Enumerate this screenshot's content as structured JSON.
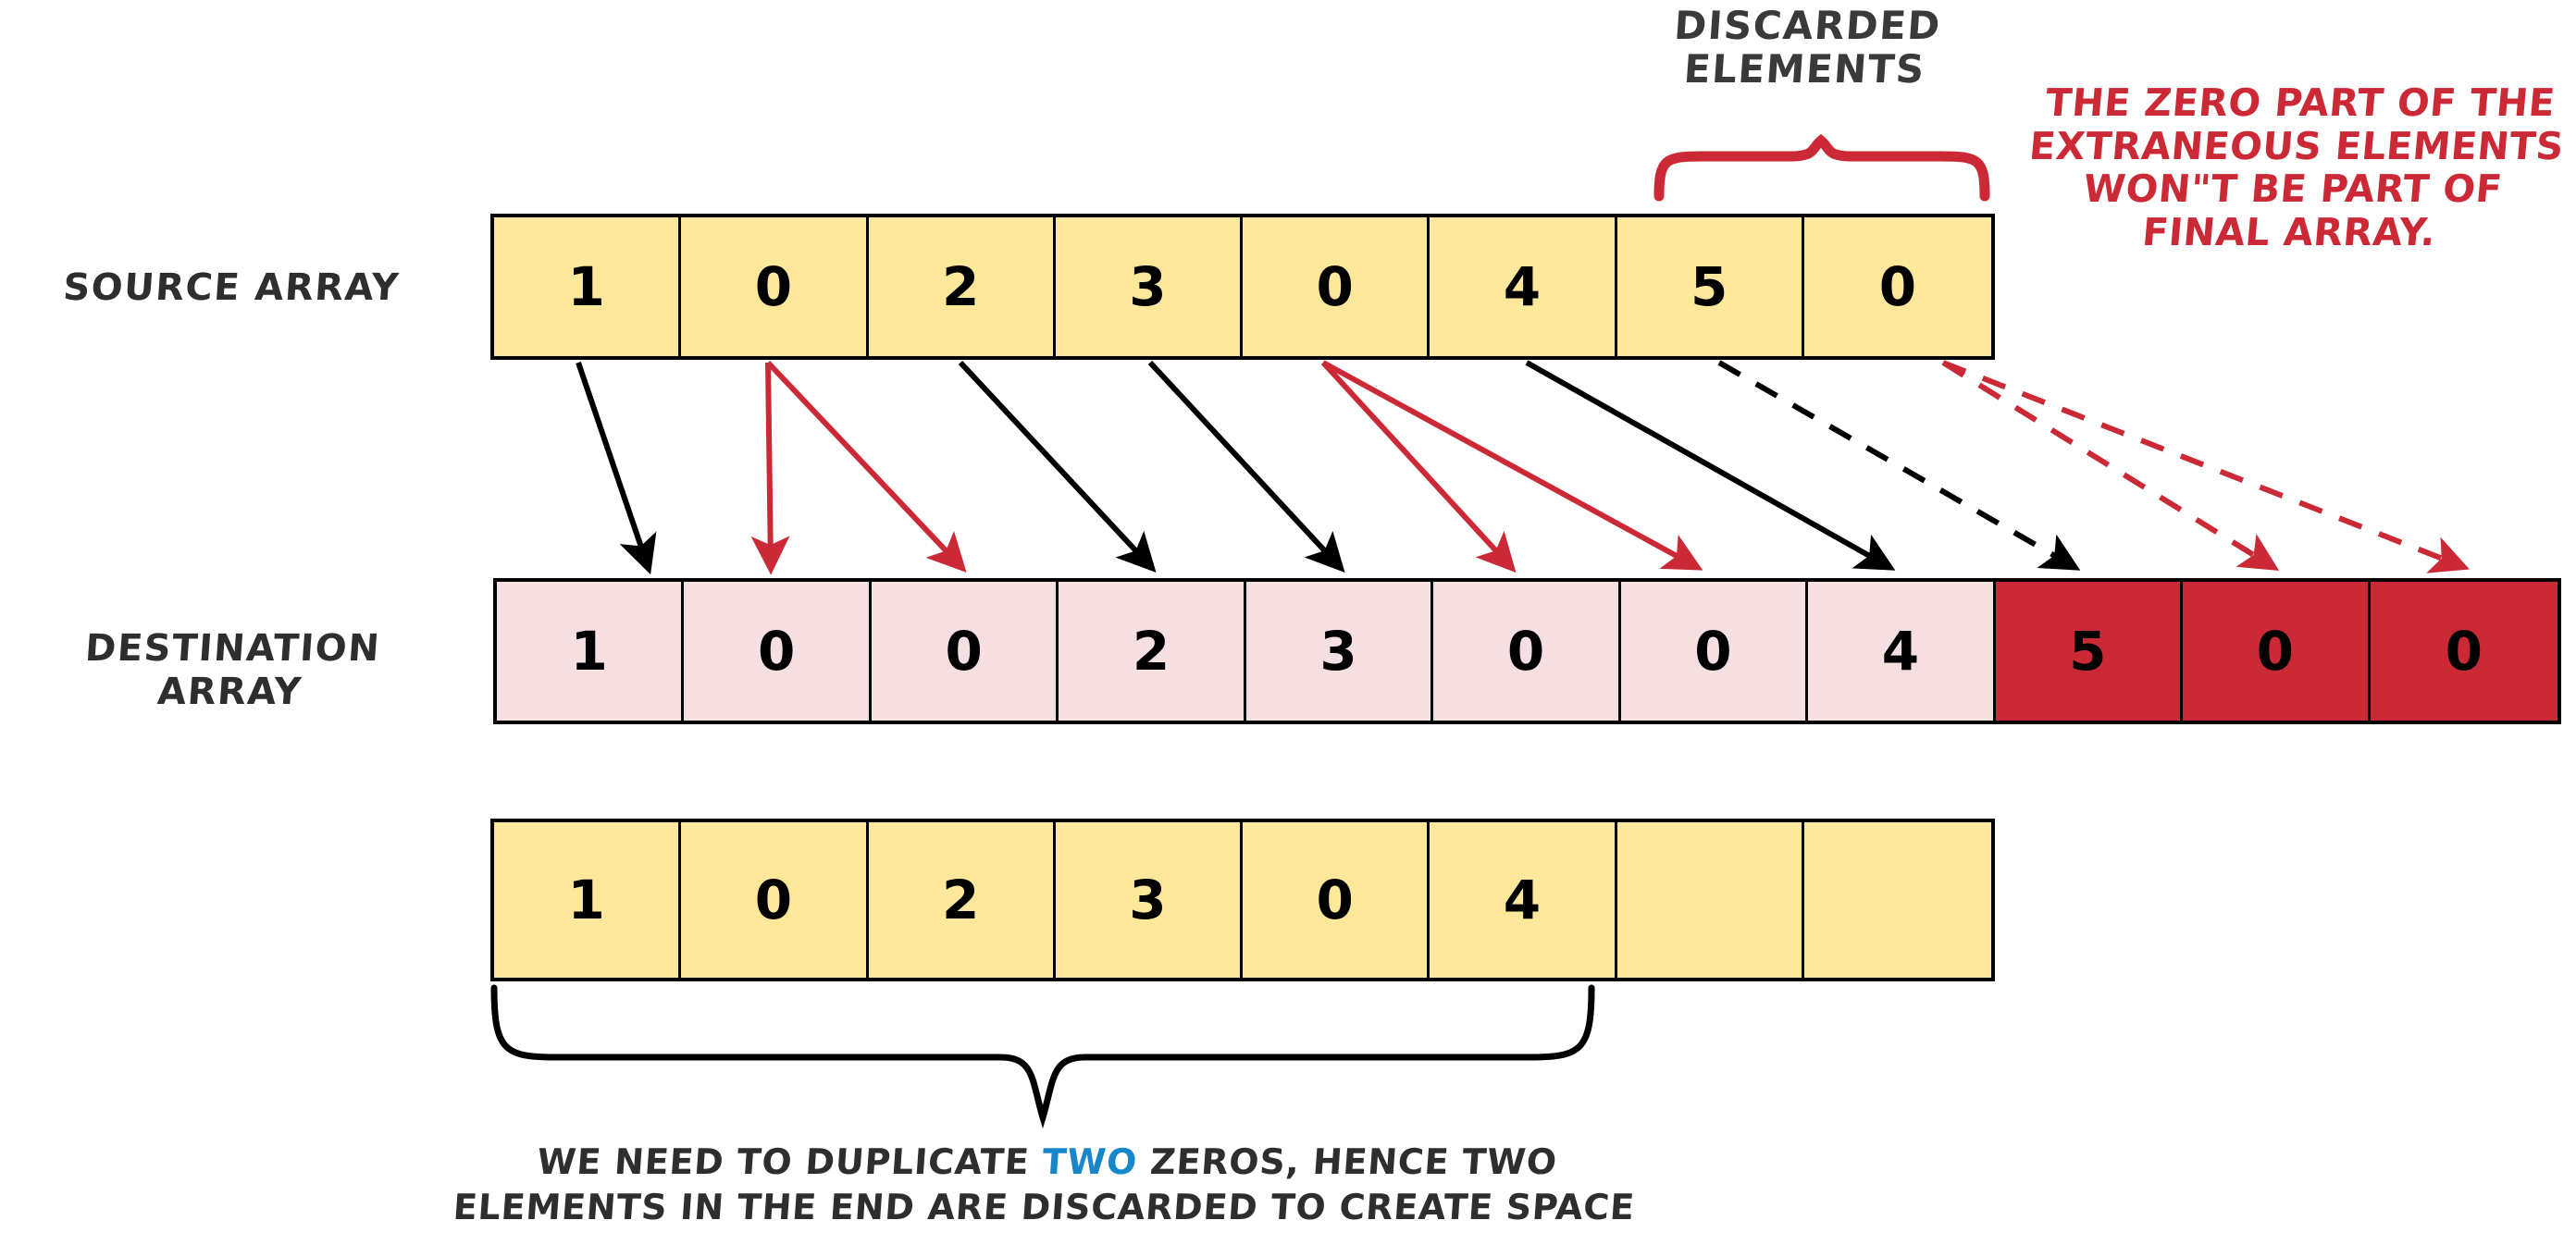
{
  "labels": {
    "source_array": "SOURCE ARRAY",
    "destination_array_line1": "DESTINATION",
    "destination_array_line2": "ARRAY",
    "discarded_line1": "DISCARDED",
    "discarded_line2": "ELEMENTS"
  },
  "notes": {
    "red_note_line1": "THE ZERO PART OF THE",
    "red_note_line2": "EXTRANEOUS ELEMENTS",
    "red_note_line3": "WON\"T BE PART OF",
    "red_note_line4": "FINAL ARRAY.",
    "caption_part1": "WE NEED TO DUPLICATE ",
    "caption_highlight": "TWO",
    "caption_part2": " ZEROS,  HENCE TWO",
    "caption_line2": "ELEMENTS IN THE END ARE DISCARDED TO CREATE SPACE"
  },
  "colors": {
    "yellow_cell": "#fce79b",
    "pink_cell": "#f6dfe0",
    "red_cell": "#cc2936",
    "accent_red": "#cc2936",
    "accent_blue": "#1887c9",
    "ink": "#2e2e2e"
  },
  "chart_data": {
    "type": "table",
    "title": "Duplicate Zeros array shifting diagram",
    "arrays": [
      {
        "name": "source-array",
        "label": "SOURCE ARRAY",
        "fill": "#fce79b",
        "values": [
          "1",
          "0",
          "2",
          "3",
          "0",
          "4",
          "5",
          "0"
        ]
      },
      {
        "name": "destination-array",
        "label": "DESTINATION ARRAY",
        "values": [
          "1",
          "0",
          "0",
          "2",
          "3",
          "0",
          "0",
          "4",
          "5",
          "0",
          "0"
        ],
        "cell_fills": [
          "#f6dfe0",
          "#f6dfe0",
          "#f6dfe0",
          "#f6dfe0",
          "#f6dfe0",
          "#f6dfe0",
          "#f6dfe0",
          "#f6dfe0",
          "#cc2936",
          "#cc2936",
          "#cc2936"
        ]
      },
      {
        "name": "final-array",
        "label": "",
        "fill": "#fce79b",
        "values": [
          "1",
          "0",
          "2",
          "3",
          "0",
          "4",
          "",
          ""
        ]
      }
    ],
    "mappings": [
      {
        "from": 0,
        "to": 0,
        "color": "black",
        "style": "solid"
      },
      {
        "from": 1,
        "to": 1,
        "color": "red",
        "style": "solid"
      },
      {
        "from": 1,
        "to": 2,
        "color": "red",
        "style": "solid"
      },
      {
        "from": 2,
        "to": 3,
        "color": "black",
        "style": "solid"
      },
      {
        "from": 3,
        "to": 4,
        "color": "black",
        "style": "solid"
      },
      {
        "from": 4,
        "to": 5,
        "color": "red",
        "style": "solid"
      },
      {
        "from": 4,
        "to": 6,
        "color": "red",
        "style": "solid"
      },
      {
        "from": 5,
        "to": 7,
        "color": "black",
        "style": "solid"
      },
      {
        "from": 6,
        "to": 8,
        "color": "black",
        "style": "dashed"
      },
      {
        "from": 7,
        "to": 9,
        "color": "red",
        "style": "dashed"
      },
      {
        "from": 7,
        "to": 10,
        "color": "red",
        "style": "dashed"
      }
    ],
    "annotations": [
      {
        "name": "discarded-brace",
        "text": "DISCARDED ELEMENTS",
        "color": "#cc2936",
        "covers": [
          6,
          7
        ]
      },
      {
        "name": "duplicate-brace",
        "text": "WE NEED TO DUPLICATE TWO ZEROS,  HENCE TWO ELEMENTS IN THE END ARE DISCARDED TO CREATE SPACE",
        "color": "#000000",
        "covers": [
          0,
          5
        ]
      }
    ]
  }
}
